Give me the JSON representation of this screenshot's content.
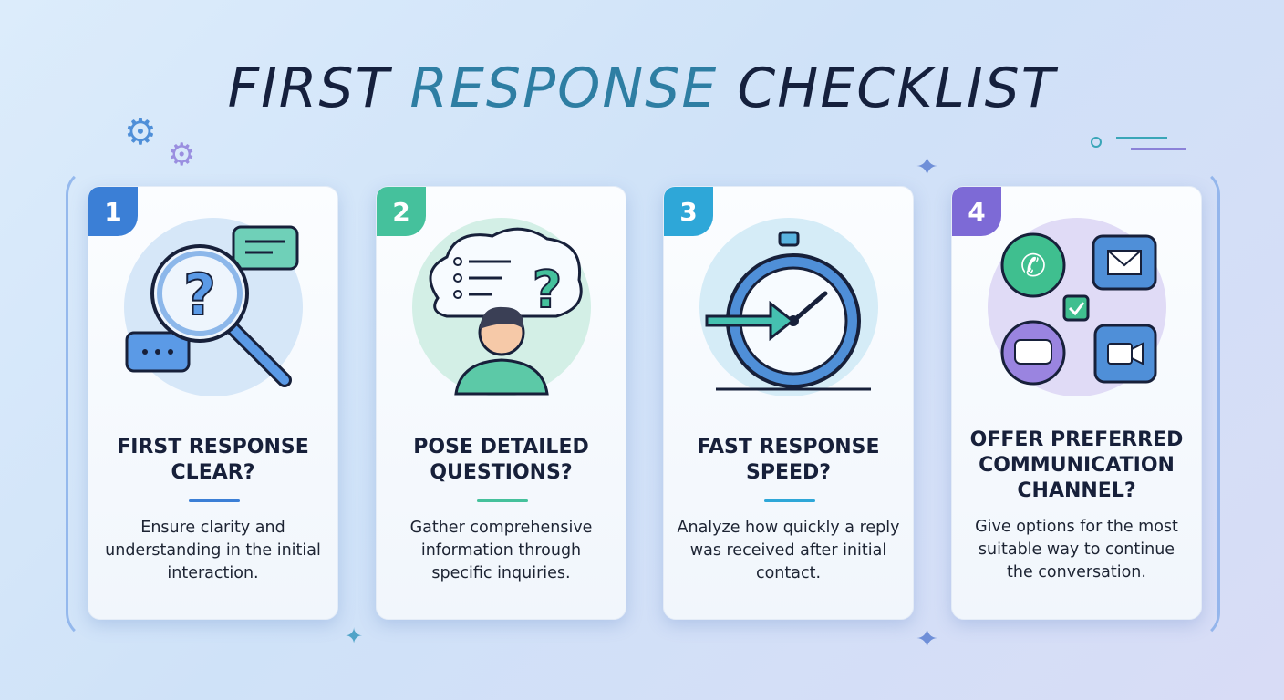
{
  "title": {
    "part1": "FIRST",
    "part2": "RESPONSE",
    "part3": "CHECKLIST"
  },
  "colors": {
    "badge1": "#3b7fd6",
    "badge2": "#45c19c",
    "badge3": "#2ea7d8",
    "badge4": "#7d6ad6",
    "title_dark": "#15203d",
    "title_accent": "#2e7ea3"
  },
  "cards": [
    {
      "number": "1",
      "heading": "FIRST RESPONSE CLEAR?",
      "description": "Ensure clarity and understanding in the initial interaction.",
      "icon": "magnifier-question-icon"
    },
    {
      "number": "2",
      "heading": "POSE DETAILED QUESTIONS?",
      "description": "Gather comprehensive information through specific inquiries.",
      "icon": "thinking-person-icon"
    },
    {
      "number": "3",
      "heading": "FAST RESPONSE SPEED?",
      "description": "Analyze how quickly a reply was received after initial contact.",
      "icon": "stopwatch-icon"
    },
    {
      "number": "4",
      "heading": "OFFER PREFERRED COMMUNICATION CHANNEL?",
      "description": "Give options for the most suitable way to continue the conversation.",
      "icon": "communication-channels-icon"
    }
  ]
}
